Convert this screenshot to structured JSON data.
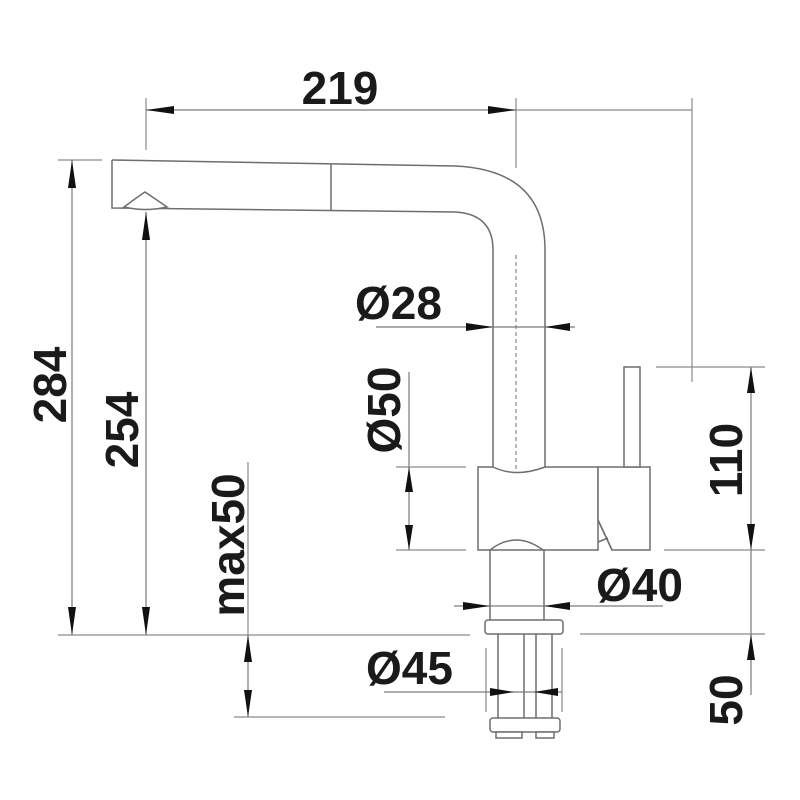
{
  "drawing": {
    "subject": "kitchen faucet with pull-out spout",
    "units": "mm",
    "colors": {
      "line": "#6e6e6e",
      "dimension_line": "#7a7a7a",
      "arrow": "#111111",
      "text": "#1a1a1a",
      "background": "#ffffff"
    }
  },
  "dimensions": {
    "spout_reach": "219",
    "total_height": "284",
    "spout_outlet_height": "254",
    "max_counter_thickness": "max50",
    "spout_diameter": "Ø28",
    "body_height": "Ø50",
    "base_diameter": "Ø40",
    "mounting_hole_diameter": "Ø45",
    "lever_height": "110",
    "shank_length": "50"
  }
}
